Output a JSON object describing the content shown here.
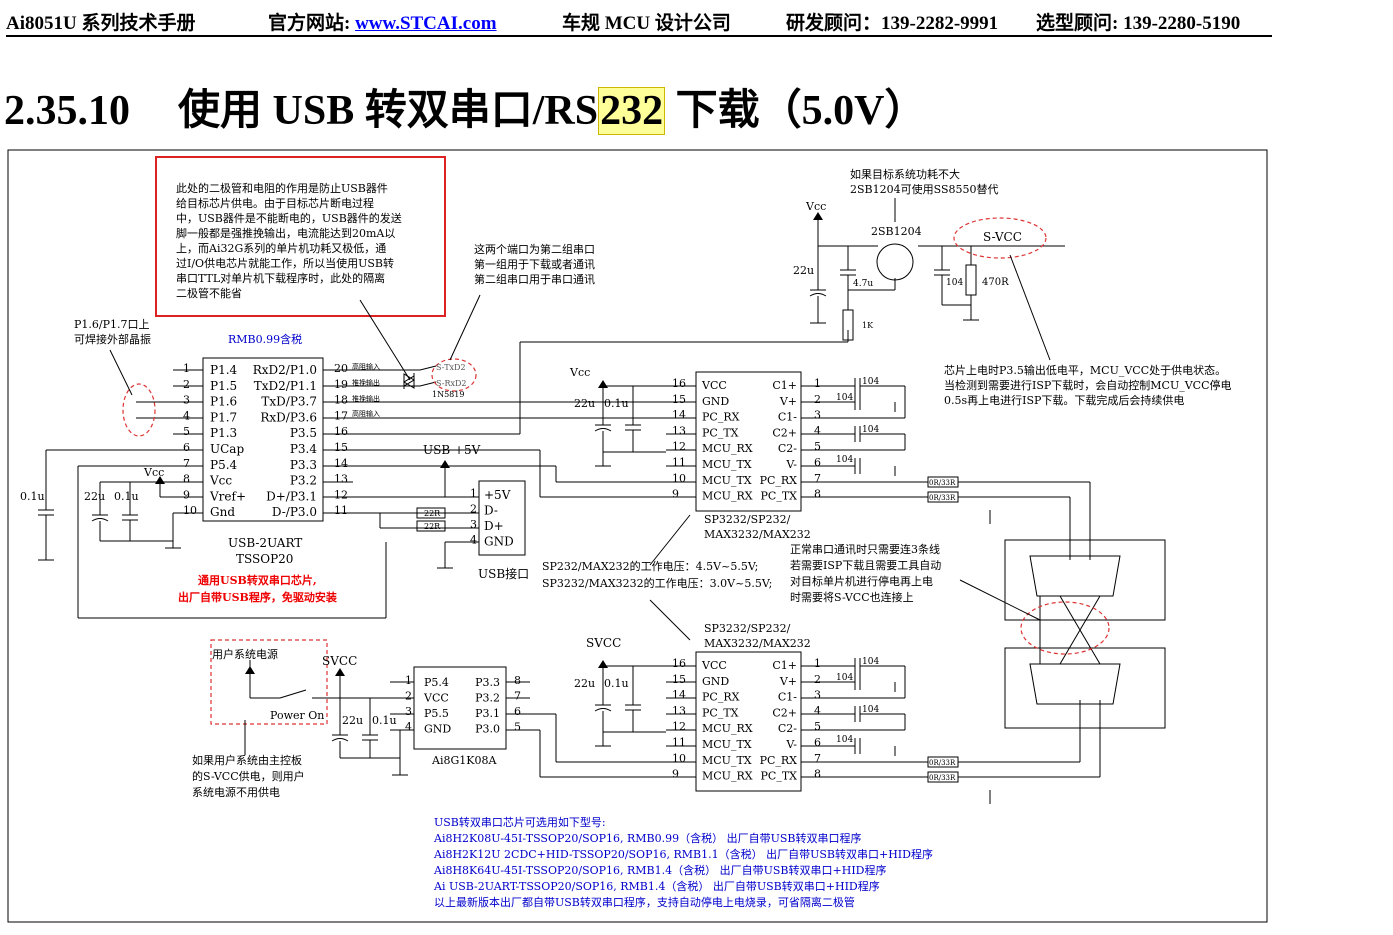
{
  "header": {
    "manual": "Ai8051U 系列技术手册",
    "site_label": "官方网站: ",
    "site_url": "www.STCAI.com",
    "company": "车规 MCU 设计公司",
    "rd": "研发顾问：139-2282-9991",
    "sel": "选型顾问: 139-2280-5190"
  },
  "section": {
    "number": "2.35.10",
    "title_a": "使用 USB 转双串口/RS",
    "title_hl": "232",
    "title_b": " 下载（5.0V）"
  },
  "notes": {
    "red_box": [
      "此处的二极管和电阻的作用是防止USB器件",
      "给目标芯片供电。由于目标芯片断电过程",
      "中，USB器件是不能断电的，USB器件的发送",
      "脚一般都是强推挽输出，电流能达到20mA以",
      "上，而Ai32G系列的单片机功耗又极低，通",
      "过I/O供电芯片就能工作，所以当使用USB转",
      "串口TTL对单片机下载程序时，此处的隔离",
      "二极管不能省"
    ],
    "ports": [
      "这两个端口为第二组串口",
      "第一组用于下载或者通讯",
      "第二组串口用于串口通讯"
    ],
    "crystal": [
      "P1.6/P1.7口上",
      "可焊接外部晶振"
    ],
    "rmb": "RMB0.99含税",
    "sb1204": [
      "如果目标系统功耗不大",
      "2SB1204可使用SS8550替代"
    ],
    "svcc_note": [
      "芯片上电时P3.5输出低电平，MCU_VCC处于供电状态。",
      "当检测到需要进行ISP下载时，会自动控制MCU_VCC停电",
      "0.5s再上电进行ISP下载。下载完成后会持续供电"
    ],
    "voltage": [
      "SP232/MAX232的工作电压：4.5V~5.5V;",
      "SP3232/MAX3232的工作电压：3.0V~5.5V;"
    ],
    "serial3": [
      "正常串口通讯时只需要连3条线",
      "若需要ISP下载且需要工具自动",
      "对目标单片机进行停电再上电",
      "时需要将S-VCC也连接上"
    ],
    "usb_chip": [
      "通用USB转双串口芯片,",
      "出厂自带USB程序，免驱动安装"
    ],
    "user_power": [
      "如果用户系统由主控板",
      "的S-VCC供电，则用户",
      "系统电源不用供电"
    ],
    "models": [
      "USB转双串口芯片可选用如下型号:",
      "Ai8H2K08U-45I-TSSOP20/SOP16,      RMB0.99（含税）    出厂自带USB转双串口程序",
      "Ai8H2K12U 2CDC+HID-TSSOP20/SOP16,  RMB1.1（含税）     出厂自带USB转双串口+HID程序",
      "Ai8H8K64U-45I-TSSOP20/SOP16,      RMB1.4（含税）     出厂自带USB转双串口+HID程序",
      "Ai USB-2UART-TSSOP20/SOP16,       RMB1.4（含税）     出厂自带USB转双串口+HID程序",
      "以上最新版本出厂都自带USB转双串口程序，支持自动停电上电烧录，可省隔离二极管"
    ]
  },
  "u1": {
    "name": "USB-2UART",
    "pkg": "TSSOP20",
    "left": [
      [
        "1",
        "P1.4"
      ],
      [
        "2",
        "P1.5"
      ],
      [
        "3",
        "P1.6"
      ],
      [
        "4",
        "P1.7"
      ],
      [
        "5",
        "P1.3"
      ],
      [
        "6",
        "UCap"
      ],
      [
        "7",
        "P5.4"
      ],
      [
        "8",
        "Vcc"
      ],
      [
        "9",
        "Vref+"
      ],
      [
        "10",
        "Gnd"
      ]
    ],
    "right": [
      [
        "20",
        "RxD2/P1.0"
      ],
      [
        "19",
        "TxD2/P1.1"
      ],
      [
        "18",
        "TxD/P3.7"
      ],
      [
        "17",
        "RxD/P3.6"
      ],
      [
        "16",
        "P3.5"
      ],
      [
        "15",
        "P3.4"
      ],
      [
        "14",
        "P3.3"
      ],
      [
        "13",
        "P3.2"
      ],
      [
        "12",
        "D+/P3.1"
      ],
      [
        "11",
        "D-/P3.0"
      ]
    ]
  },
  "max_pins_left": [
    [
      "16",
      "VCC"
    ],
    [
      "15",
      "GND"
    ],
    [
      "14",
      "PC_RX"
    ],
    [
      "13",
      "PC_TX"
    ],
    [
      "12",
      "MCU_RX"
    ],
    [
      "11",
      "MCU_TX"
    ],
    [
      "10",
      "MCU_TX"
    ],
    [
      "9",
      "MCU_RX"
    ]
  ],
  "max_pins_right": [
    [
      "1",
      "C1+"
    ],
    [
      "2",
      "V+"
    ],
    [
      "3",
      "C1-"
    ],
    [
      "4",
      "C2+"
    ],
    [
      "5",
      "C2-"
    ],
    [
      "6",
      "V-"
    ],
    [
      "7",
      "PC_RX"
    ],
    [
      "8",
      "PC_TX"
    ]
  ],
  "max_name": [
    "SP3232/SP232/",
    "MAX3232/MAX232"
  ],
  "usb_conn": {
    "pins": [
      [
        "1",
        "+5V"
      ],
      [
        "2",
        "D-"
      ],
      [
        "3",
        "D+"
      ],
      [
        "4",
        "GND"
      ]
    ],
    "label": "USB接口",
    "power": "USB +5V"
  },
  "u3": {
    "name": "Ai8G1K08A",
    "left": [
      [
        "1",
        "P5.4"
      ],
      [
        "2",
        "VCC"
      ],
      [
        "3",
        "P5.5"
      ],
      [
        "4",
        "GND"
      ]
    ],
    "right": [
      [
        "8",
        "P3.3"
      ],
      [
        "7",
        "P3.2"
      ],
      [
        "6",
        "P3.1"
      ],
      [
        "5",
        "P3.0"
      ]
    ]
  },
  "labels": {
    "vcc": "Vcc",
    "svcc": "SVCC",
    "s_vcc": "S-VCC",
    "c22u": "22u",
    "c01u": "0.1u",
    "c47u": "4.7u",
    "r1k": "1K",
    "c104": "104",
    "r470": "470R",
    "r22": "22R",
    "r0r": "0R/33R",
    "q": "2SB1204",
    "diode": "1N5819",
    "stxd2": "S-TxD2",
    "srxd2": "S-RxD2",
    "hi_in": "高阻输入",
    "push_out": "推挽输出",
    "user_power": "用户系统电源",
    "power_on": "Power On"
  }
}
